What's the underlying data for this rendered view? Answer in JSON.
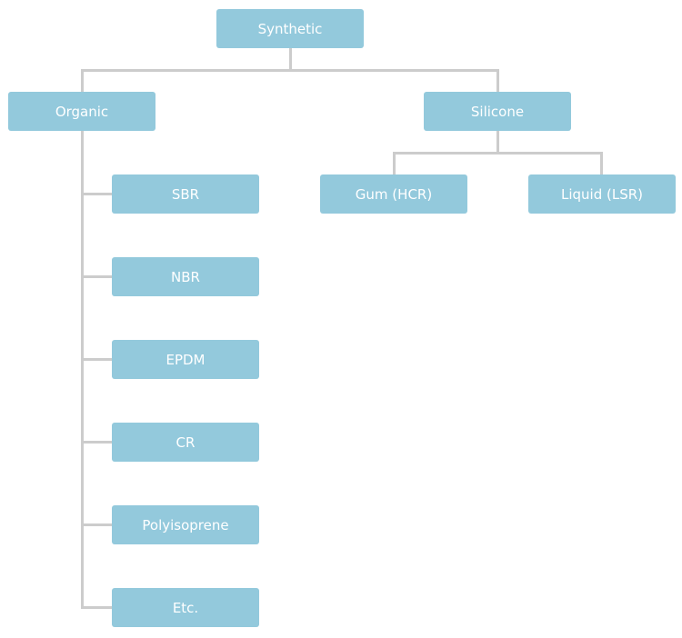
{
  "colors": {
    "box": "#93c9dc",
    "line": "#cccccc",
    "text": "#ffffff"
  },
  "root": {
    "label": "Synthetic"
  },
  "organic": {
    "label": "Organic",
    "children": [
      "SBR",
      "NBR",
      "EPDM",
      "CR",
      "Polyisoprene",
      "Etc."
    ]
  },
  "silicone": {
    "label": "Silicone",
    "children": [
      "Gum (HCR)",
      "Liquid (LSR)"
    ]
  }
}
